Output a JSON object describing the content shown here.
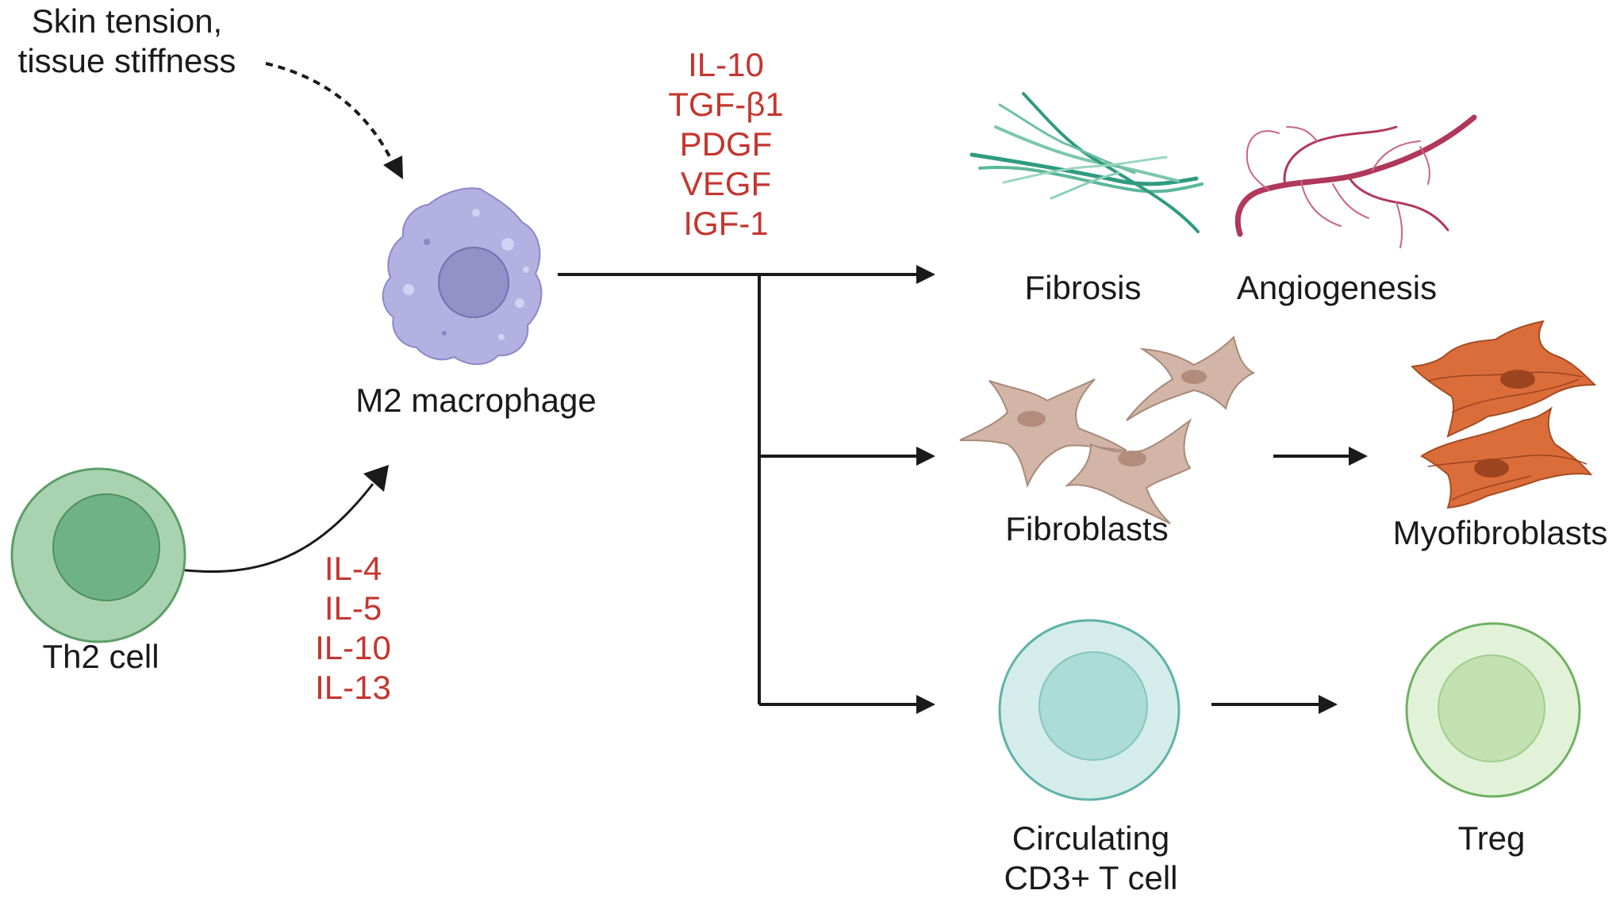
{
  "inputs": {
    "mechanical": [
      "Skin tension,",
      "tissue stiffness"
    ],
    "th2_cell": "Th2 cell",
    "th2_cytokines": [
      "IL-4",
      "IL-5",
      "IL-10",
      "IL-13"
    ]
  },
  "macrophage": {
    "label": "M2 macrophage",
    "secreted_factors": [
      "IL-10",
      "TGF-β1",
      "PDGF",
      "VEGF",
      "IGF-1"
    ]
  },
  "outcomes": {
    "fibrosis": "Fibrosis",
    "angiogenesis": "Angiogenesis",
    "fibroblasts": "Fibroblasts",
    "myofibroblasts": "Myofibroblasts",
    "t_cell": [
      "Circulating",
      "CD3+ T cell"
    ],
    "treg": "Treg"
  },
  "colors": {
    "cytokine_text": "#c4362f",
    "macrophage": "#b3b0e2",
    "th2": "#a9d3b0",
    "fibrosis": "#2f9b80",
    "vessel": "#b0385b",
    "fibroblast": "#d2b5a6",
    "myofibroblast": "#db6d3a",
    "t_cell": "#d4ecea",
    "treg": "#e2f2d8"
  }
}
